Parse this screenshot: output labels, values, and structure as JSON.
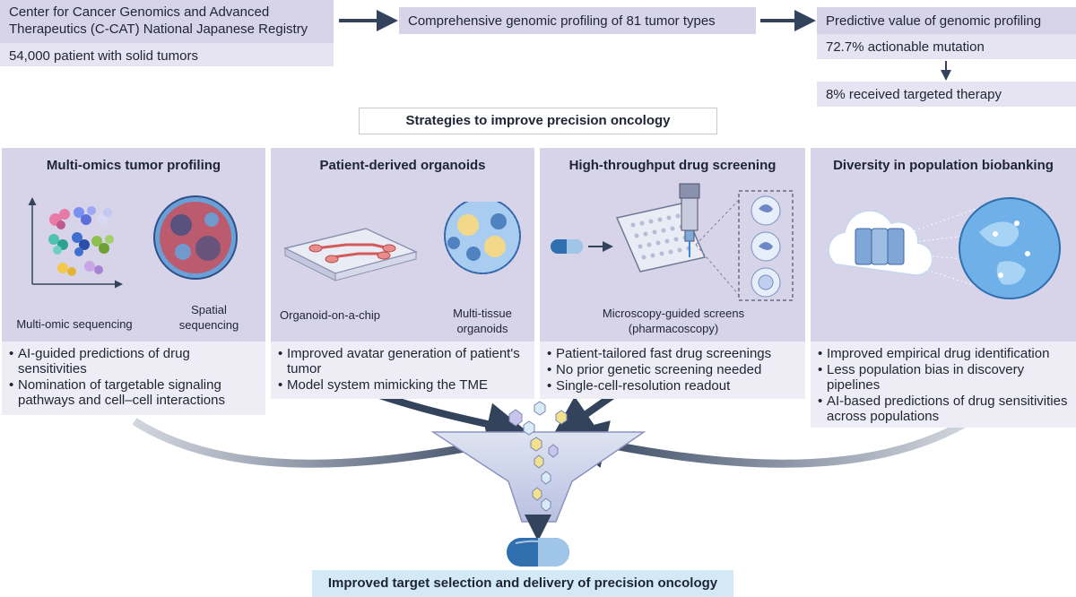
{
  "top": {
    "registry_title": "Center for Cancer Genomics and Advanced Therapeutics (C-CAT) National Japanese Registry",
    "registry_patients": "54,000 patient with solid tumors",
    "profiling": "Comprehensive genomic profiling of 81 tumor types",
    "predictive_title": "Predictive value of genomic profiling",
    "actionable": "72.7% actionable mutation",
    "received": "8% received targeted therapy"
  },
  "strategies_title": "Strategies to improve precision oncology",
  "panels": [
    {
      "title": "Multi-omics tumor profiling",
      "captions": [
        "Multi-omic sequencing",
        "Spatial sequencing"
      ],
      "bullets": [
        "AI-guided predictions of drug sensitivities",
        "Nomination of targetable signaling pathways and cell–cell interactions"
      ]
    },
    {
      "title": "Patient-derived organoids",
      "captions": [
        "Organoid-on-a-chip",
        "Multi-tissue organoids"
      ],
      "bullets": [
        "Improved avatar generation of patient's tumor",
        "Model system mimicking the TME"
      ]
    },
    {
      "title": "High-throughput drug screening",
      "captions": [
        "Microscopy-guided screens (pharmacoscopy)"
      ],
      "bullets": [
        "Patient-tailored fast drug screenings",
        "No prior genetic screening needed",
        "Single-cell-resolution readout"
      ]
    },
    {
      "title": "Diversity in population biobanking",
      "captions": [],
      "bullets": [
        "Improved empirical drug identification",
        "Less population bias in discovery pipelines",
        "AI-based predictions of drug sensitivities across populations"
      ]
    }
  ],
  "result": "Improved target selection and delivery of precision oncology",
  "colors": {
    "panel": "#d7d4ea",
    "list": "#eeedf6",
    "arrow": "#33435c",
    "result_bg": "#d3eaf6",
    "capsule_blue": "#2f6fae"
  }
}
